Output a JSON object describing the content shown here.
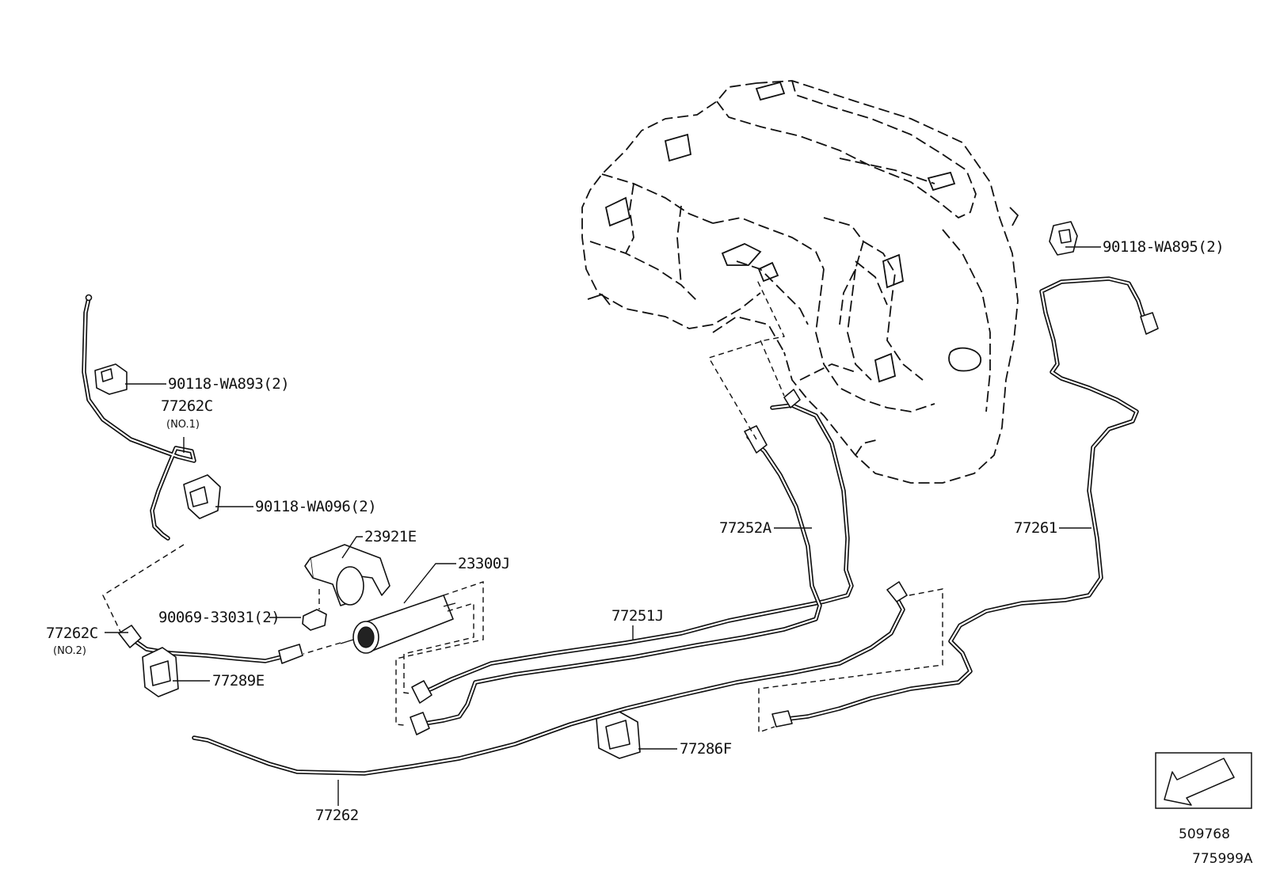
{
  "labels": {
    "clip_wa893": "90118-WA893(2)",
    "hose_77262c_no1": "77262C",
    "hose_77262c_no1_sub": "(NO.1)",
    "clip_wa096": "90118-WA096(2)",
    "bracket_23921e": "23921E",
    "filter_23300j": "23300J",
    "grommet_90069": "90069-33031(2)",
    "hose_77262c_no2": "77262C",
    "hose_77262c_no2_sub": "(NO.2)",
    "clamp_77289e": "77289E",
    "tube_77251j": "77251J",
    "tube_77252a": "77252A",
    "tube_77261": "77261",
    "clip_wa895": "90118-WA895(2)",
    "clamp_77286f": "77286F",
    "tube_77262": "77262"
  },
  "footer": {
    "ref_code": "509768",
    "diagram_code": "775999A"
  },
  "icons": {
    "front_indicator": "front-arrow-icon"
  }
}
